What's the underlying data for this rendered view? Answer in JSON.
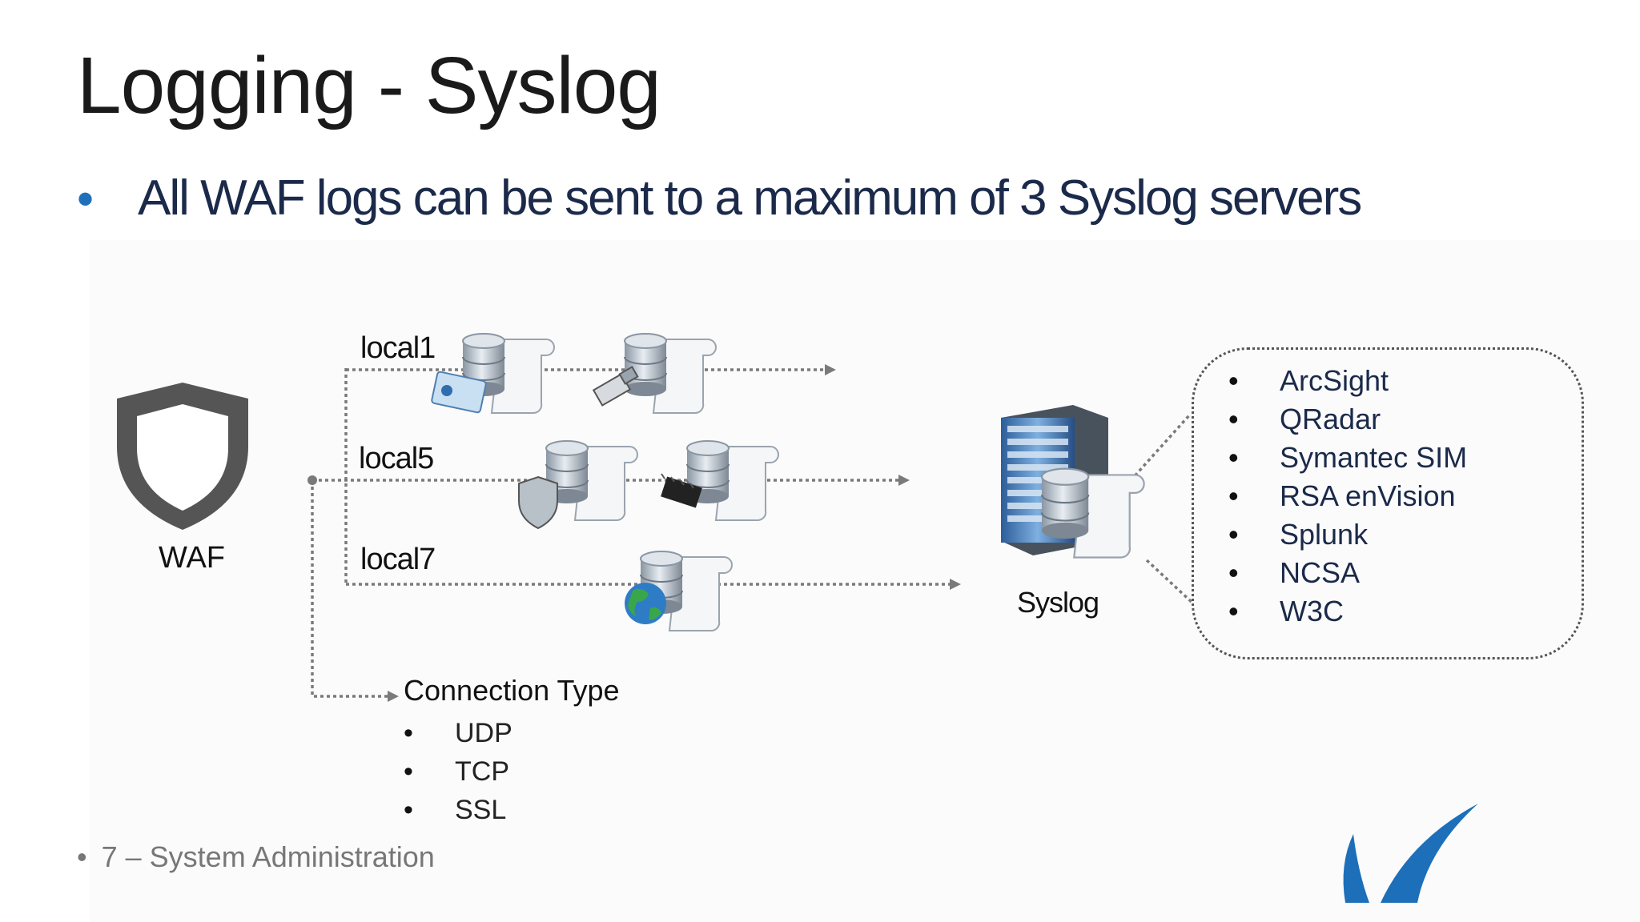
{
  "title": "Logging - Syslog",
  "bullet": "All WAF logs can be sent to a maximum of 3 Syslog servers",
  "diagram": {
    "waf_label": "WAF",
    "channels": [
      "local1",
      "local5",
      "local7"
    ],
    "syslog_label": "Syslog",
    "connection_type": {
      "title": "Connection Type",
      "items": [
        "UDP",
        "TCP",
        "SSL"
      ]
    },
    "formats": [
      "ArcSight",
      "QRadar",
      "Symantec SIM",
      "RSA enVision",
      "Splunk",
      "NCSA",
      "W3C"
    ]
  },
  "footer": "7 – System Administration",
  "colors": {
    "accent": "#1f6fba",
    "logo": "#1c6fb8",
    "shield": "#555555"
  },
  "icons": [
    "shield-icon",
    "database-log-icon",
    "certificate-icon",
    "network-plug-icon",
    "shield-small-icon",
    "chip-icon",
    "globe-icon",
    "server-icon",
    "brand-fin-logo"
  ]
}
